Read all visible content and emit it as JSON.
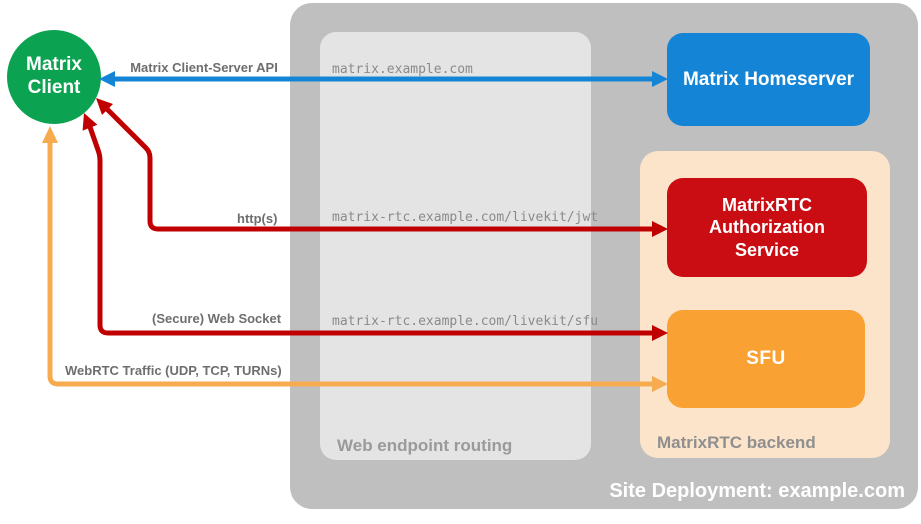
{
  "diagram_title": "Site Deployment: example.com",
  "nodes": {
    "client": {
      "line1": "Matrix",
      "line2": "Client",
      "color": "#0ba351",
      "shape": "circle"
    },
    "homeserver": {
      "label": "Matrix Homeserver",
      "color": "#1484d6"
    },
    "auth_service": {
      "line1": "MatrixRTC",
      "line2": "Authorization",
      "line3": "Service",
      "color": "#c90d12"
    },
    "sfu": {
      "label": "SFU",
      "color": "#f9a132"
    }
  },
  "containers": {
    "site": {
      "label": "Site Deployment: example.com",
      "color": "#bfbfbf"
    },
    "routing": {
      "label": "Web endpoint routing",
      "color": "#e4e4e4"
    },
    "backend": {
      "label": "MatrixRTC backend",
      "color": "#fce4cb"
    }
  },
  "connections": [
    {
      "name": "client-server-api",
      "label": "Matrix Client-Server API",
      "endpoint": "matrix.example.com",
      "from": "Matrix Client",
      "to": "Matrix Homeserver",
      "color": "#1484d6",
      "arrowheads": "both-ends"
    },
    {
      "name": "https-jwt",
      "label": "http(s)",
      "endpoint": "matrix-rtc.example.com/livekit/jwt",
      "from": "Matrix Client",
      "to": "MatrixRTC Authorization Service",
      "color": "#c00000",
      "arrowheads": "both-ends"
    },
    {
      "name": "secure-web-socket",
      "label": "(Secure) Web Socket",
      "endpoint": "matrix-rtc.example.com/livekit/sfu",
      "from": "Matrix Client",
      "to": "SFU",
      "color": "#c00000",
      "arrowheads": "both-ends"
    },
    {
      "name": "webrtc-traffic",
      "label": "WebRTC Traffic (UDP, TCP, TURNs)",
      "endpoint": "",
      "from": "Matrix Client",
      "to": "SFU",
      "color": "#f6ab4f",
      "arrowheads": "both-ends"
    }
  ]
}
